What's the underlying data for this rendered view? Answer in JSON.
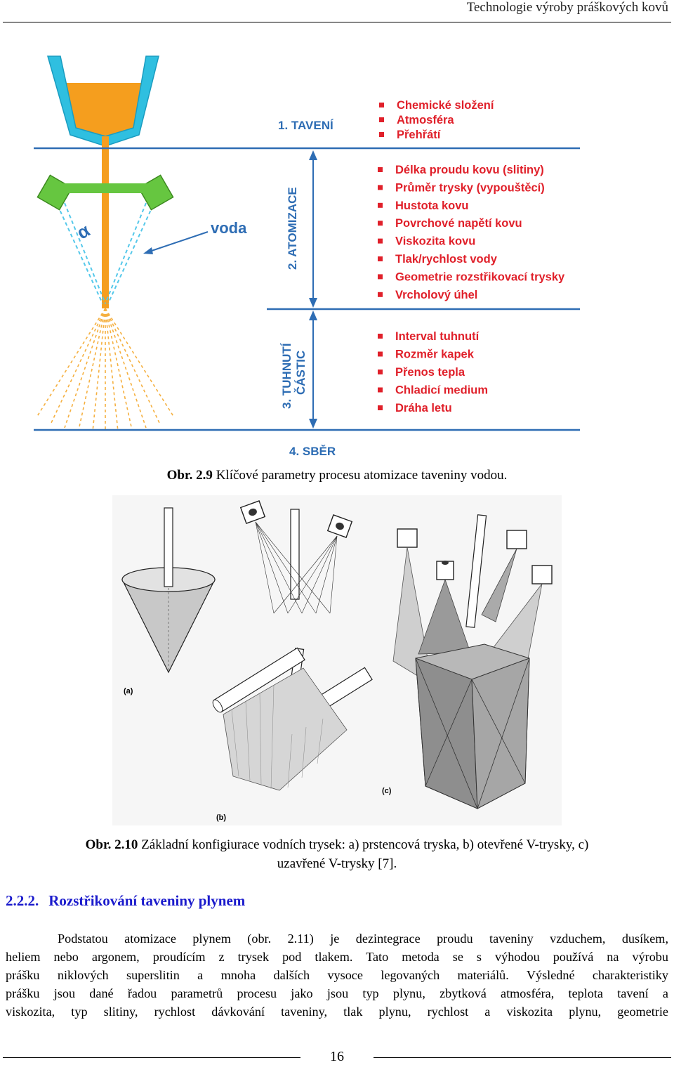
{
  "header": {
    "title": "Technologie výroby práškových kovů"
  },
  "figure1": {
    "stage1": "1. TAVENÍ",
    "stage2": "2. ATOMIZACE",
    "stage3_line1": "3. TUHNUTÍ",
    "stage3_line2": "ČÁSTIC",
    "stage4": "4. SBĚR",
    "water_label": "voda",
    "angle_label": "α",
    "melting_params": [
      "Chemické složení",
      "Atmosféra",
      "Přehřátí"
    ],
    "atomization_params": [
      "Délka proudu kovu (slitiny)",
      "Průměr trysky (vypouštěcí)",
      "Hustota kovu",
      "Povrchové napětí kovu",
      "Viskozita kovu",
      "Tlak/rychlost vody",
      "Geometrie rozstřikovací trysky",
      "Vrcholový úhel"
    ],
    "solidification_params": [
      "Interval tuhnutí",
      "Rozměr kapek",
      "Přenos tepla",
      "Chladicí medium",
      "Dráha letu"
    ],
    "caption_label": "Obr. 2.9",
    "caption_text": " Klíčové parametry procesu atomizace taveniny vodou."
  },
  "figure2": {
    "label_a": "(a)",
    "label_b": "(b)",
    "label_c": "(c)",
    "caption_label": "Obr. 2.10",
    "caption_line1": " Základní konfigiurace vodních trysek: a) prstencová tryska, b) otevřené V-trysky, c)",
    "caption_line2": "uzavřené V-trysky [7]."
  },
  "section": {
    "number": "2.2.2.",
    "title": "Rozstřikování taveniny plynem"
  },
  "paragraph": [
    "Podstatou atomizace plynem (obr. 2.11) je dezintegrace proudu taveniny vzduchem, dusíkem,",
    "heliem nebo argonem, proudícím z trysek pod tlakem. Tato metoda se s výhodou používá na výrobu",
    "prášku niklových superslitin a mnoha dalších vysoce legovaných materiálů. Výsledné charakteristiky",
    "prášku jsou dané řadou parametrů procesu jako jsou typ plynu, zbytková atmosféra, teplota tavení a",
    "viskozita, typ slitiny, rychlost dávkování taveniny, tlak plynu, rychlost a viskozita plynu, geometrie"
  ],
  "footer": {
    "page_number": "16"
  },
  "colors": {
    "blue": "#2e6db4",
    "red": "#e0202a",
    "cyan": "#2fbfe0",
    "green": "#66c640",
    "orange": "#f5a020"
  }
}
